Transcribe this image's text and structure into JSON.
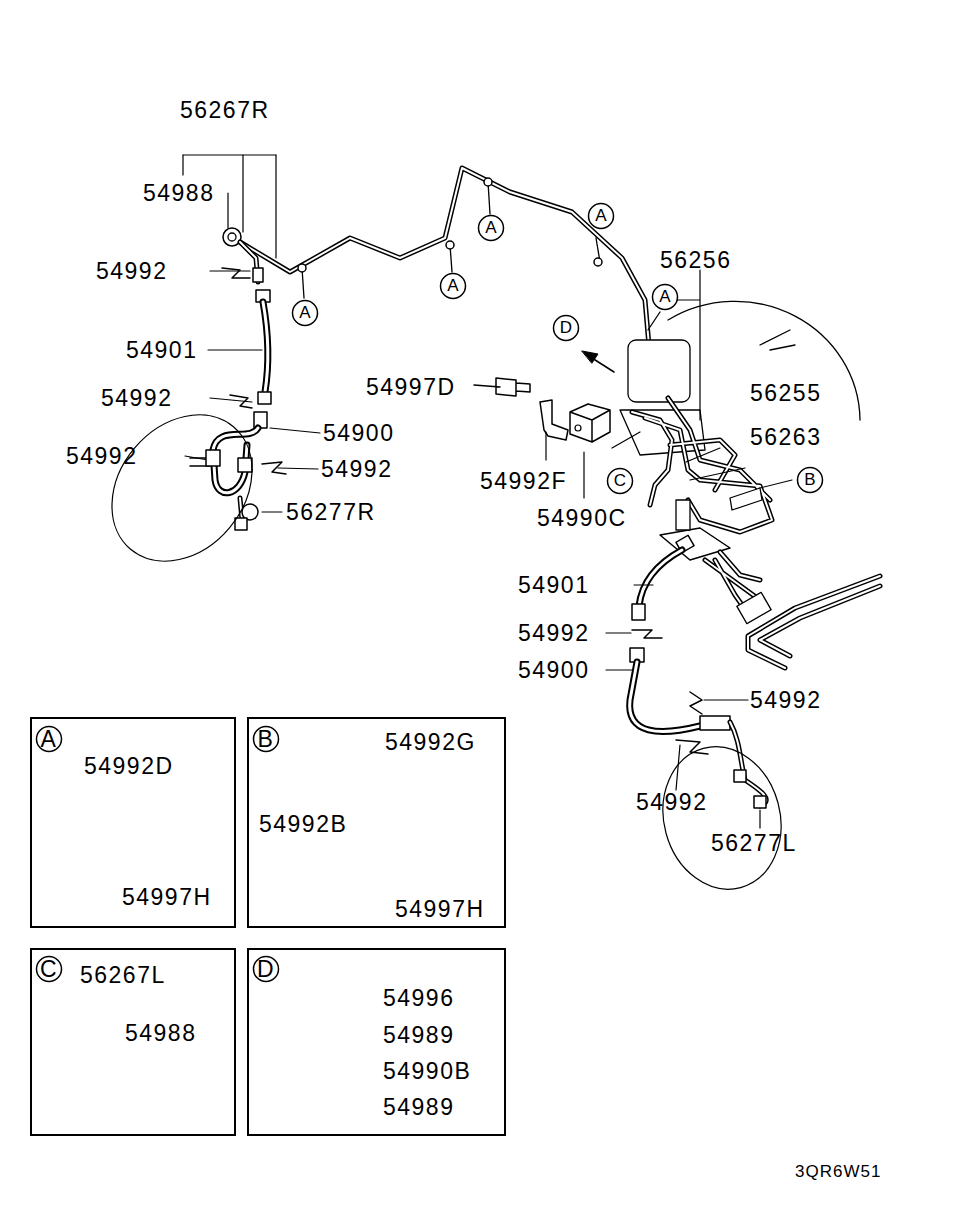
{
  "diagram": {
    "nodes": [
      {
        "text": [
          "A"
        ]
      },
      {
        "text": [
          "A"
        ]
      },
      {
        "text": [
          "A"
        ]
      },
      {
        "text": [
          "A"
        ]
      },
      {
        "text": [
          "A"
        ]
      },
      {
        "text": [
          "D"
        ]
      },
      {
        "text": [
          "C"
        ]
      },
      {
        "text": [
          "B"
        ]
      },
      {
        "text": [
          "54992D",
          "54997H"
        ]
      },
      {
        "text": [
          "A"
        ],
        "in": 8
      },
      {
        "text": [
          "54992G",
          "54992B",
          "54997H"
        ]
      },
      {
        "text": [
          "B"
        ],
        "in": 10
      },
      {
        "text": [
          "56267L",
          "54988"
        ]
      },
      {
        "text": [
          "C"
        ],
        "in": 12
      },
      {
        "text": [
          "54996",
          "54989",
          "54990B",
          "54989"
        ]
      },
      {
        "text": [
          "D"
        ],
        "in": 14
      }
    ],
    "labels": [
      "56267R",
      "54988",
      "54992",
      "54901",
      "54992",
      "54900",
      "54992",
      "54992",
      "56277R",
      "54997D",
      "54992F",
      "54990C",
      "56256",
      "56255",
      "56263",
      "54901",
      "54992",
      "54900",
      "54992",
      "54992",
      "56277L",
      "3QR6W51"
    ]
  }
}
